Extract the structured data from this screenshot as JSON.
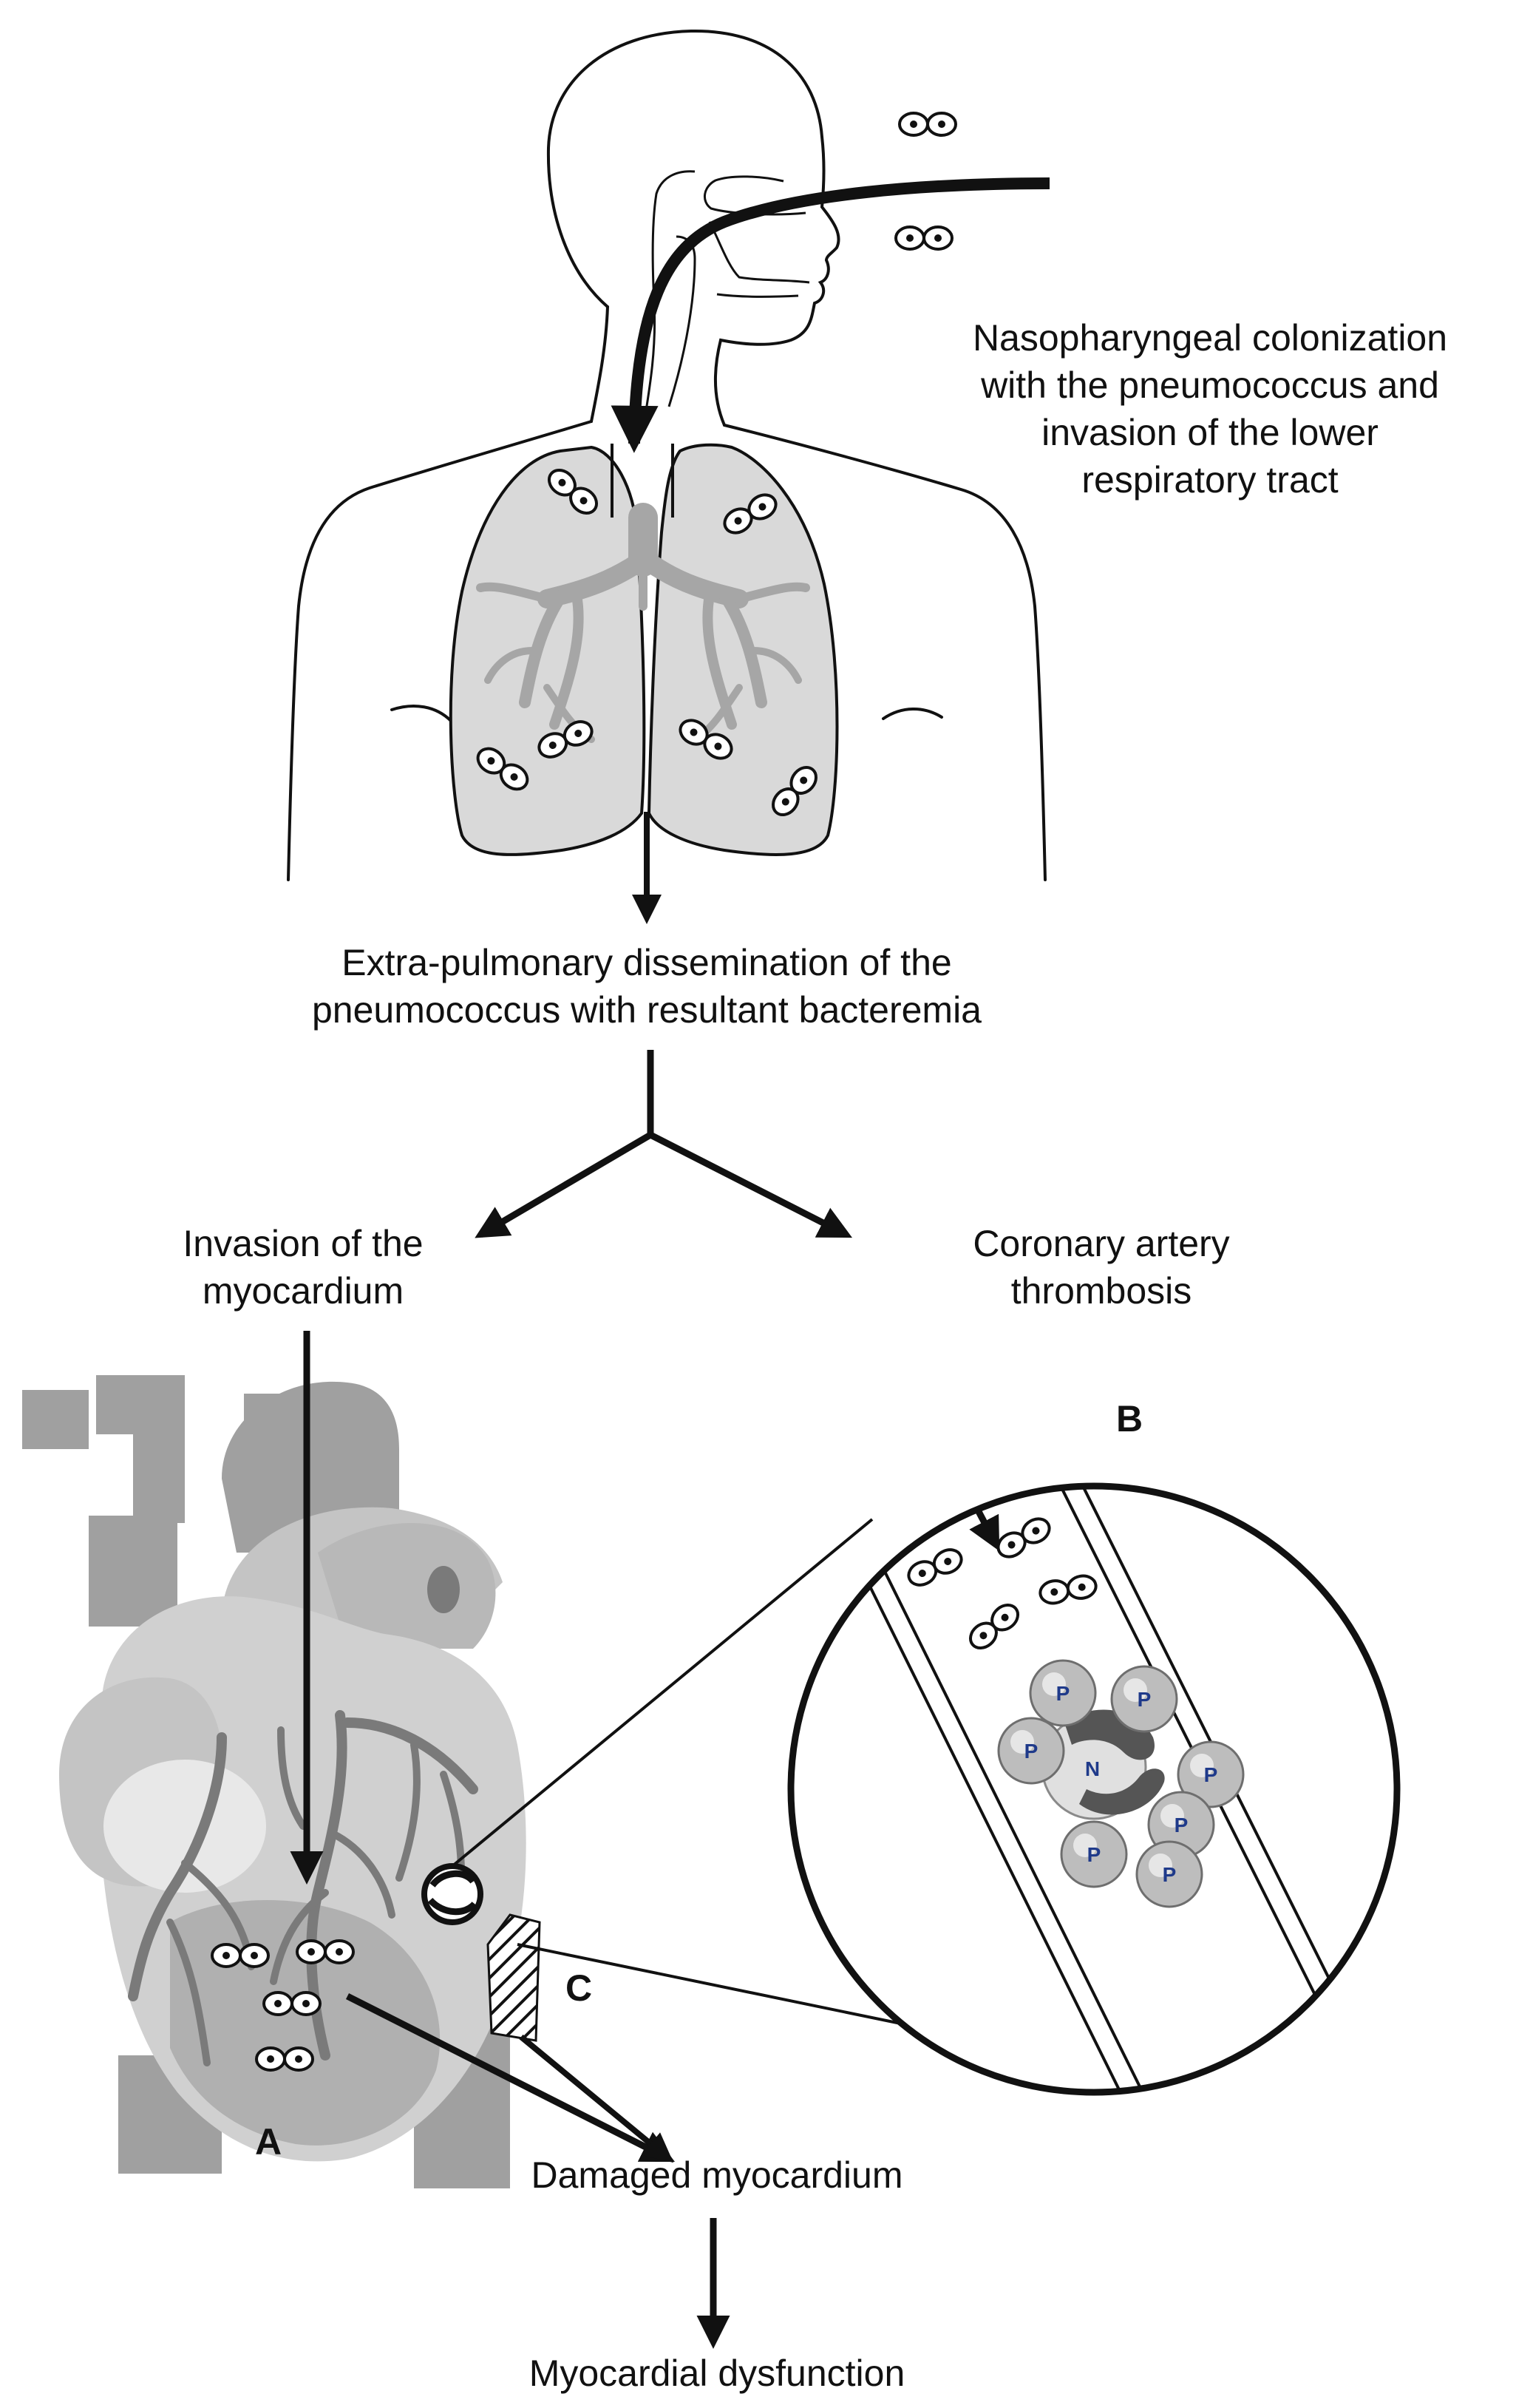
{
  "labels": {
    "colonization": [
      "Nasopharyngeal colonization",
      "with the pneumococcus and",
      "invasion of the lower",
      "respiratory tract"
    ],
    "dissemination": [
      "Extra-pulmonary dissemination of the",
      "pneumococcus with resultant bacteremia"
    ],
    "invasion": [
      "Invasion of the",
      "myocardium"
    ],
    "thrombosis": [
      "Coronary artery",
      "thrombosis"
    ],
    "damaged": "Damaged myocardium",
    "dysfunction": "Myocardial dysfunction",
    "panel_a": "A",
    "panel_b": "B",
    "panel_c": "C",
    "platelet_letter": "P",
    "neutrophil_letter": "N"
  },
  "colors": {
    "ink": "#111111",
    "lung_fill": "#d9d9d9",
    "bronchi": "#a6a6a6",
    "heart_light": "#d0d0d0",
    "heart_mid": "#a0a0a0",
    "heart_dark": "#7a7a7a",
    "platelet": "#bdbdbd"
  }
}
